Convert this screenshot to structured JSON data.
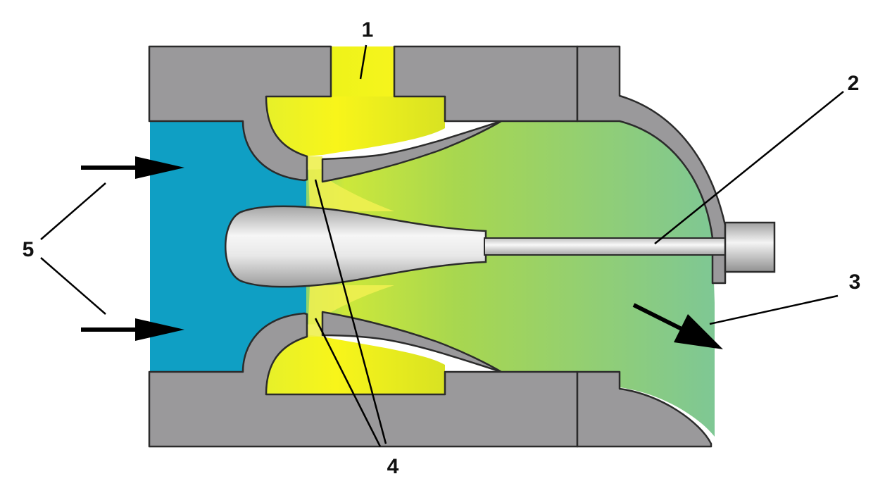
{
  "colors": {
    "housing": "#9a999b",
    "outline": "#2b2b2b",
    "cold_fluid": "#0f9fc4",
    "hot_fluid": "#f2ef16",
    "mixed_fluid": "#7ec795",
    "needle_light": "#f4f4f4",
    "needle_dark": "#9c9c9c",
    "arrow": "#000000",
    "background": "#ffffff"
  },
  "callouts": [
    {
      "id": "1",
      "text": "1"
    },
    {
      "id": "2",
      "text": "2"
    },
    {
      "id": "3",
      "text": "3"
    },
    {
      "id": "4",
      "text": "4"
    },
    {
      "id": "5",
      "text": "5"
    }
  ]
}
